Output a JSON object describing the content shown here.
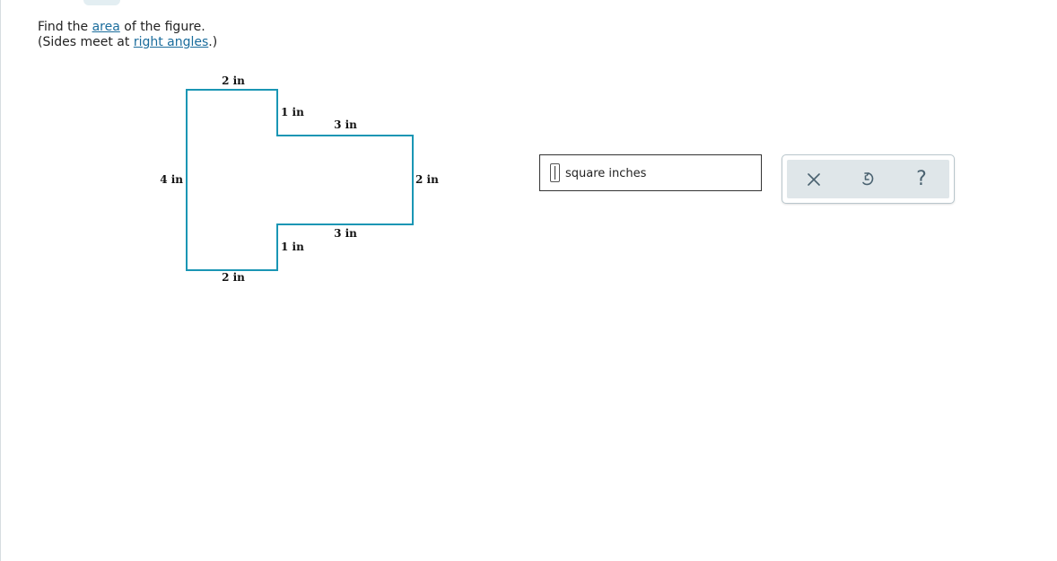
{
  "question": {
    "line1_prefix": "Find the ",
    "line1_link": "area",
    "line1_suffix": " of the figure.",
    "line2_prefix": "(Sides meet at ",
    "line2_link": "right angles",
    "line2_suffix": ".)"
  },
  "figure": {
    "stroke_color": "#1a96b4",
    "labels": {
      "top": "2 in",
      "upper_inner_step": "1 in",
      "upper_arm": "3 in",
      "left": "4 in",
      "right": "2 in",
      "lower_arm": "3 in",
      "lower_inner_step": "1 in",
      "bottom": "2 in"
    }
  },
  "answer": {
    "value": "",
    "unit": "square inches"
  },
  "toolbar": {
    "clear_icon": "close-icon",
    "undo_icon": "undo-icon",
    "help_icon": "help-icon",
    "help_label": "?"
  }
}
